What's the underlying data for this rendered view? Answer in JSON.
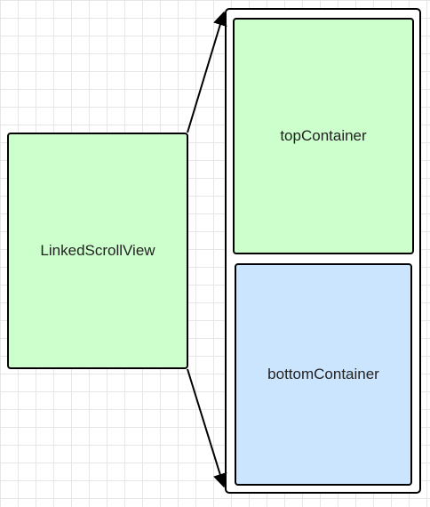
{
  "nodes": {
    "linked_scroll_view": {
      "label": "LinkedScrollView",
      "fill": "#ccffcc"
    },
    "top_container": {
      "label": "topContainer",
      "fill": "#ccffcc"
    },
    "bottom_container": {
      "label": "bottomContainer",
      "fill": "#cce5ff"
    }
  },
  "outer_container": {
    "fill": "#ffffff"
  },
  "edges": [
    {
      "from": "LinkedScrollView",
      "to": "outer-container-top"
    },
    {
      "from": "LinkedScrollView",
      "to": "outer-container-bottom"
    }
  ]
}
